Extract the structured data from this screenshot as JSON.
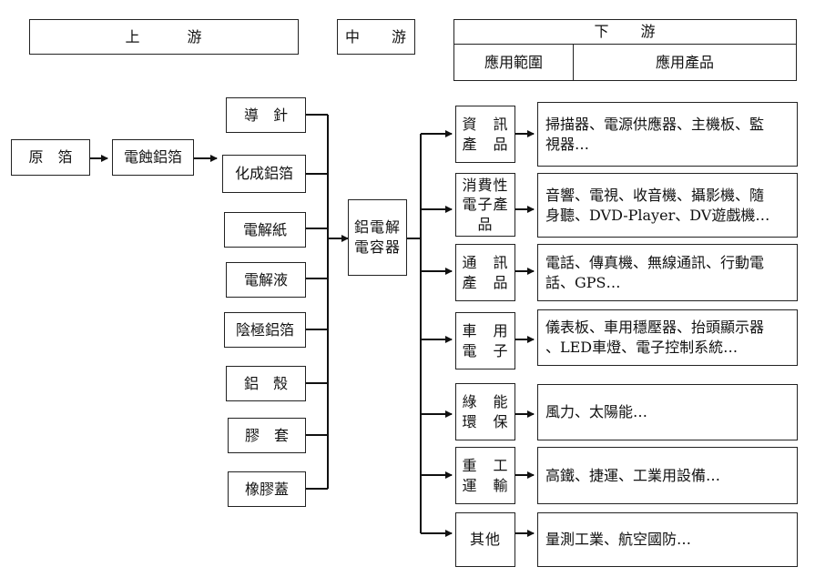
{
  "header": {
    "upstream": "上　　　游",
    "midstream": "中　　游",
    "downstream": "下　　游",
    "app_field": "應用範圍",
    "app_product": "應用產品"
  },
  "chain": {
    "raw_foil": "原　箔",
    "etched_foil": "電蝕鋁箔"
  },
  "materials": [
    "導　針",
    "化成鋁箔",
    "電解紙",
    "電解液",
    "陰極鋁箔",
    "鋁　殼",
    "膠　套",
    "橡膠蓋"
  ],
  "center": "鋁電解\n電容器",
  "applications": [
    {
      "field": "資　訊\n產　品",
      "products": "掃描器、電源供應器、主機板、監\n視器…"
    },
    {
      "field": "消費性\n電子產\n品",
      "products": "音響、電視、收音機、攝影機、隨\n身聽、DVD-Player、DV遊戲機…"
    },
    {
      "field": "通　訊\n產　品",
      "products": "電話、傳真機、無線通訊、行動電\n話、GPS…"
    },
    {
      "field": "車　用\n電　子",
      "products": "儀表板、車用穩壓器、抬頭顯示器\n、LED車燈、電子控制系統…"
    },
    {
      "field": "綠　能\n環　保",
      "products": "風力、太陽能…"
    },
    {
      "field": "重　工\n運　輸",
      "products": "高鐵、捷運、工業用設備…"
    },
    {
      "field": "其他",
      "products": "量測工業、航空國防…"
    }
  ]
}
